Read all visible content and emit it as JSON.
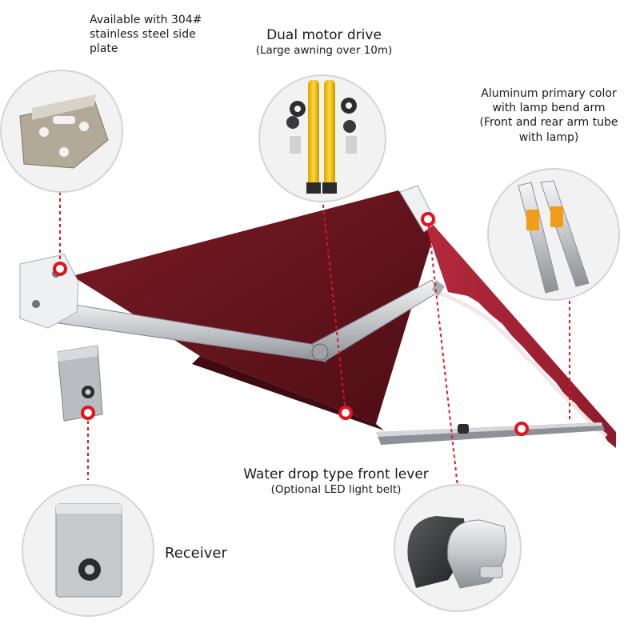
{
  "callouts": {
    "side_plate": {
      "line1": "Available with 304#",
      "line2": "stainless steel side",
      "line3": "plate"
    },
    "motor": {
      "title": "Dual motor drive",
      "subtitle": "(Large awning over 10m)"
    },
    "arm": {
      "line1": "Aluminum primary color",
      "line2": "with lamp bend arm",
      "line3": "(Front and rear arm tube",
      "line4": "with lamp)"
    },
    "front_lever": {
      "title": "Water drop type front lever",
      "subtitle": "(Optional LED light belt)"
    },
    "receiver": {
      "title": "Receiver"
    }
  },
  "colors": {
    "fabric": "#6e1620",
    "fabric_dark": "#4d0d14",
    "aluminum": "#c9ccd0",
    "marker": "#e0141c",
    "circle_bg": "#f2f2f2",
    "circle_border": "#d4d4d4",
    "motor_yellow": "#f2c20f"
  }
}
